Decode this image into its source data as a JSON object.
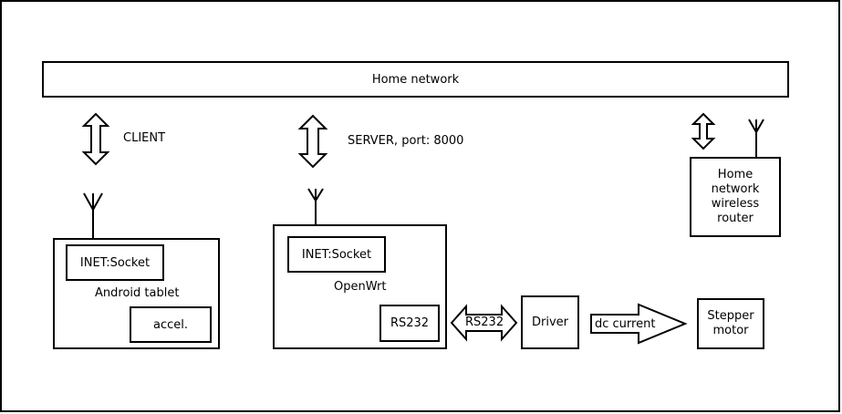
{
  "home_network": "Home network",
  "client_label": "CLIENT",
  "server_label": "SERVER, port: 8000",
  "router": [
    "Home",
    "network",
    "wireless",
    "router"
  ],
  "android": {
    "socket": "INET:Socket",
    "name": "Android tablet",
    "accel": "accel."
  },
  "openwrt": {
    "socket": "INET:Socket",
    "name": "OpenWrt",
    "rs232": "RS232"
  },
  "rs232_link": "RS232",
  "driver": "Driver",
  "dc_current": "dc current",
  "stepper": [
    "Stepper",
    "motor"
  ]
}
